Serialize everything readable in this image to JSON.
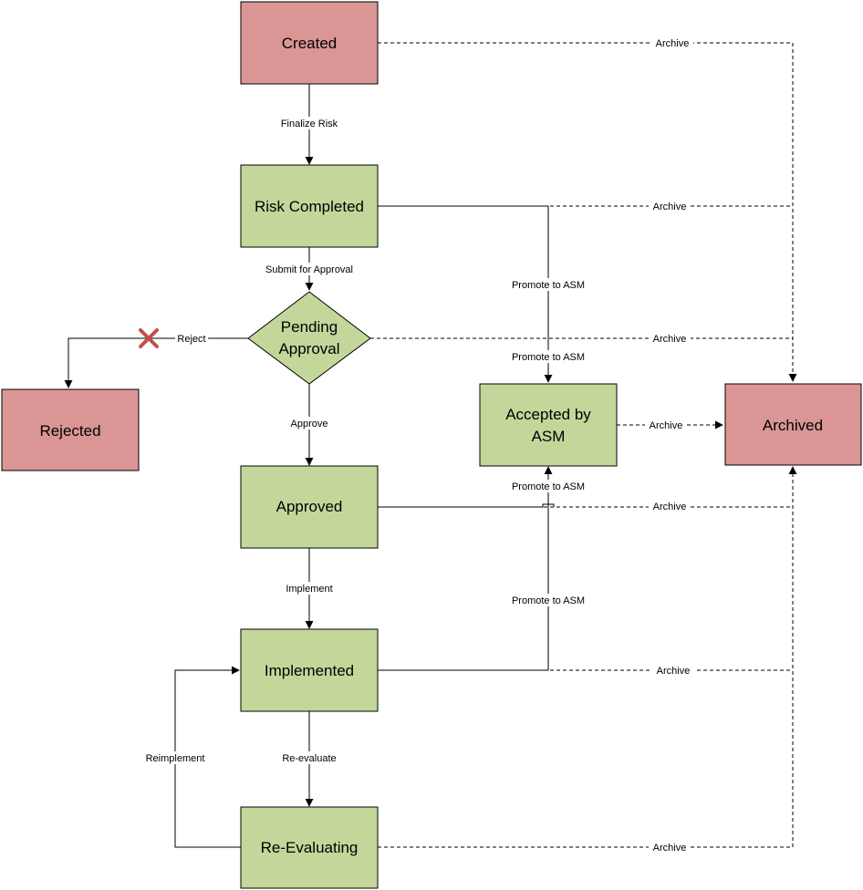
{
  "colors": {
    "terminal_fill": "#da9694",
    "state_fill": "#c4d79b",
    "border": "#000000",
    "reject_mark": "#c0504d"
  },
  "nodes": {
    "created": {
      "label": "Created"
    },
    "risk_completed": {
      "label": "Risk Completed"
    },
    "pending_approval": {
      "line1": "Pending",
      "line2": "Approval"
    },
    "rejected": {
      "label": "Rejected"
    },
    "accepted_by_asm": {
      "line1": "Accepted by",
      "line2": "ASM"
    },
    "archived": {
      "label": "Archived"
    },
    "approved": {
      "label": "Approved"
    },
    "implemented": {
      "label": "Implemented"
    },
    "re_evaluating": {
      "label": "Re-Evaluating"
    }
  },
  "edges": {
    "finalize_risk": "Finalize Risk",
    "submit_for_approval": "Submit for Approval",
    "reject": "Reject",
    "approve": "Approve",
    "implement": "Implement",
    "re_evaluate": "Re-evaluate",
    "reimplement": "Reimplement",
    "promote_to_asm": "Promote to ASM",
    "archive": "Archive"
  },
  "icons": {
    "reject_mark": "x-mark-icon"
  }
}
